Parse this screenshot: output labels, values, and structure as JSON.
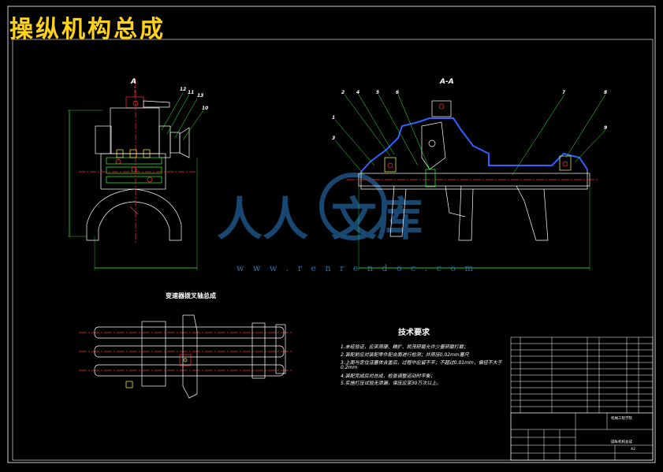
{
  "title": "操纵机构总成",
  "views": {
    "section_label": "A-A",
    "left_marker": "A",
    "bottom_view_title": "变速器拨叉轴总成"
  },
  "callouts_left": [
    "12",
    "11",
    "13",
    "10"
  ],
  "callouts_right": [
    "2",
    "4",
    "5",
    "6",
    "7",
    "8",
    "1",
    "3",
    "9"
  ],
  "watermark": {
    "url": "w w w . r e n r e n d o c . c o m"
  },
  "requirements": {
    "heading": "技术要求",
    "items": [
      "1.未经验证，应采用硬、精扩、凯茂研磨允许少量研磨打磨；",
      "2.装配前应对装配零件配合面进行检测；并用压0.02mm塞尺",
      "3.上面与定位活塞体合盖后，过程中应留不平；不超过0.01mm，偏径不大于",
      "0.2mm",
      "4.装配完成后对总成，检查调整运动时平衡；",
      "5.实施打压试验无泄漏，保压应至30万次以上。"
    ]
  },
  "title_block": {
    "school": "机械工程学院",
    "drawing_name": "操纵机构总成",
    "sheet": "A2"
  }
}
